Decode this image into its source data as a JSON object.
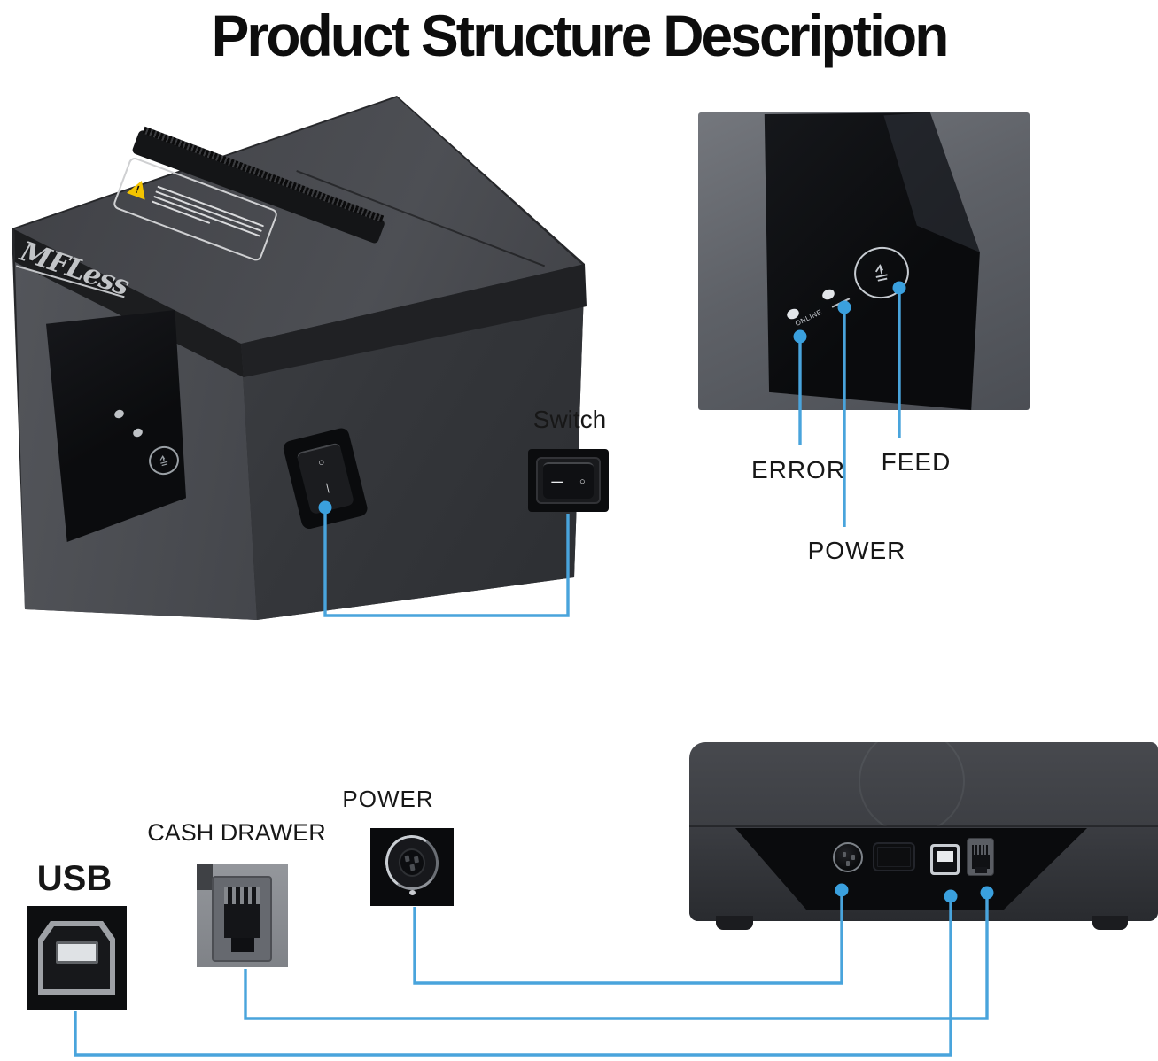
{
  "title": "Product Structure Description",
  "colors": {
    "background": "#ffffff",
    "callout_line": "#49a4dc",
    "callout_dot": "#3aa0de",
    "label_text": "#171717",
    "printer_body": "#3f4045",
    "warning_triangle": "#f4c400"
  },
  "printer_front": {
    "brand_logo": "MFLess",
    "panel_led1_label": "ONLINE"
  },
  "switch_callout": {
    "label": "Switch",
    "rocker_mark_on": "—",
    "rocker_mark_off": "○"
  },
  "side_switch": {
    "mark_top": "○",
    "mark_bottom": "❘"
  },
  "panel_callouts": {
    "error": "ERROR",
    "power": "POWER",
    "feed": "FEED"
  },
  "rear_callouts": {
    "usb": "USB",
    "cash_drawer": "CASH DRAWER",
    "power": "POWER"
  }
}
